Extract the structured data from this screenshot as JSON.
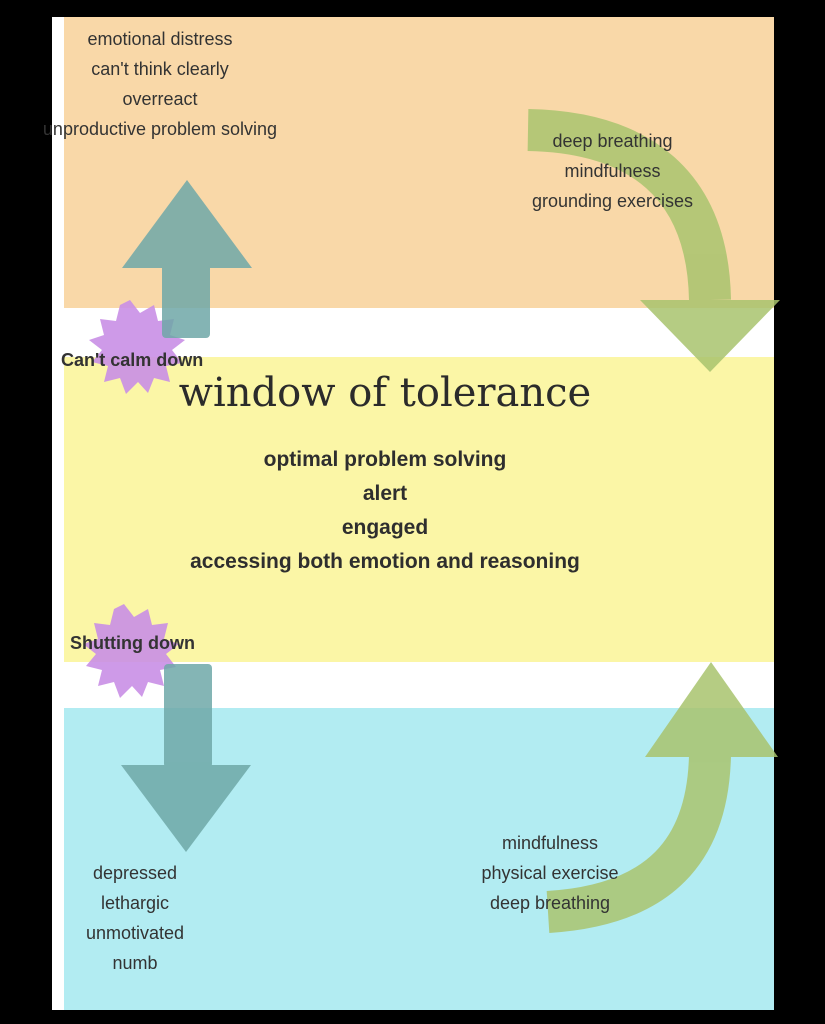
{
  "title": "window of tolerance",
  "hyperarousal": {
    "items": [
      "emotional distress",
      "can't think clearly",
      "overreact",
      "unproductive problem solving"
    ],
    "strategies": [
      "deep breathing",
      "mindfulness",
      "grounding exercises"
    ],
    "trigger_label": "Can't calm down"
  },
  "window": {
    "items": [
      "optimal problem solving",
      "alert",
      "engaged",
      "accessing both emotion and reasoning"
    ]
  },
  "hypoarousal": {
    "items": [
      "depressed",
      "lethargic",
      "unmotivated",
      "numb"
    ],
    "strategies": [
      "mindfulness",
      "physical exercise",
      "deep breathing"
    ],
    "trigger_label": "Shutting down"
  },
  "colors": {
    "hyperarousal_zone": "#f9d8a8",
    "window_zone": "#fbf6a6",
    "hypoarousal_zone": "#b2ecf2",
    "escalation_arrow": "#6fa8a8",
    "regulation_arrow": "#a9c46e",
    "trigger_burst": "#c98fe6"
  },
  "icons": {
    "up_arrow": "arrow-up-icon",
    "down_arrow": "arrow-down-icon",
    "regulation_arrow": "curved-arrow-icon",
    "burst": "starburst-icon"
  }
}
